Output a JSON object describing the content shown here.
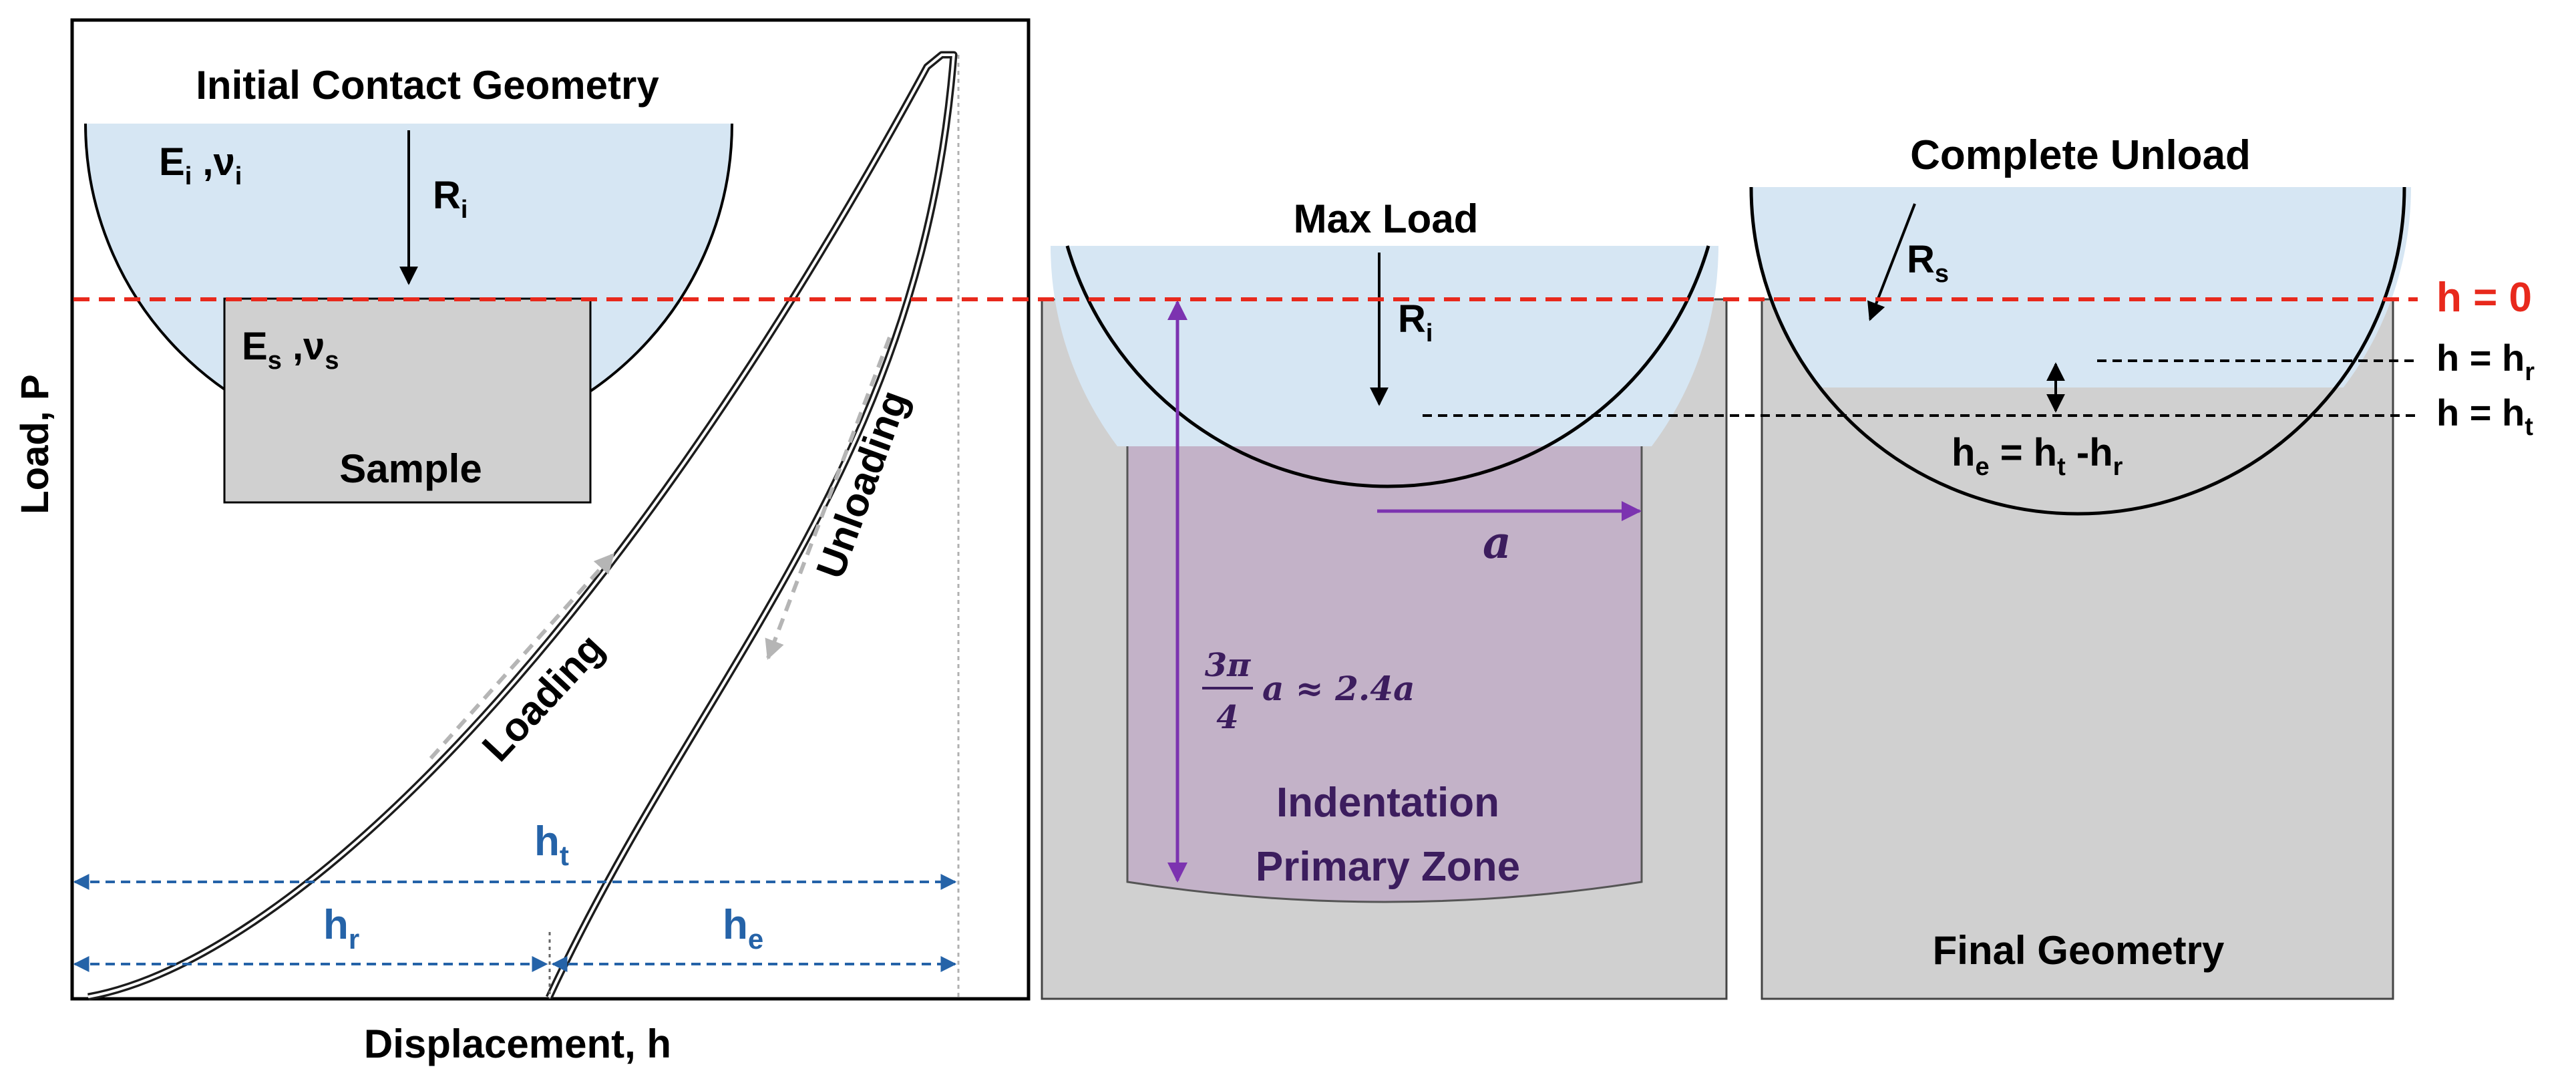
{
  "colors": {
    "indenter_fill": "#d6e6f3",
    "sample_fill": "#d0d0d0",
    "zone_fill": "#c3b2c8",
    "zone_text": "#3c1d5e",
    "purple_arrow": "#7c33b0",
    "blue_dim": "#2563a8",
    "red_line": "#e8291c",
    "gray_arrow": "#b5b5b5",
    "ink": "#000000"
  },
  "icons": [
    "double-headed-arrow",
    "single-headed-arrow",
    "dashed-arrow"
  ],
  "plot": {
    "ylabel": "Load, P",
    "xlabel": "Displacement, h",
    "inset_title": "Initial Contact Geometry",
    "indenter_props": {
      "base": "E",
      "sub1": "i",
      "sep": " ,ν",
      "sub2": "i"
    },
    "sample_props": {
      "base": "E",
      "sub1": "s",
      "sep": " ,ν",
      "sub2": "s"
    },
    "indenter_radius": {
      "base": "R",
      "sub": "i"
    },
    "sample_label": "Sample",
    "loading_label": "Loading",
    "unloading_label": "Unloading",
    "dim_ht": {
      "base": "h",
      "sub": "t"
    },
    "dim_hr": {
      "base": "h",
      "sub": "r"
    },
    "dim_he": {
      "base": "h",
      "sub": "e"
    }
  },
  "maxload": {
    "title": "Max Load",
    "radius": {
      "base": "R",
      "sub": "i"
    },
    "a_label": "a",
    "depth_num": "3π",
    "depth_den": "4",
    "depth_rest": "a ≈ 2.4a",
    "zone_line1": "Indentation",
    "zone_line2": "Primary Zone"
  },
  "unload": {
    "title": "Complete Unload",
    "radius": {
      "base": "R",
      "sub": "s"
    },
    "final_label": "Final Geometry",
    "he_eq": {
      "l": "h",
      "ls": "e",
      "m": " = h",
      "ms": "t",
      "r": " -h",
      "rs": "r"
    }
  },
  "levels": {
    "h0": "h = 0",
    "hr": {
      "base": "h = h",
      "sub": "r"
    },
    "ht": {
      "base": "h = h",
      "sub": "t"
    }
  }
}
